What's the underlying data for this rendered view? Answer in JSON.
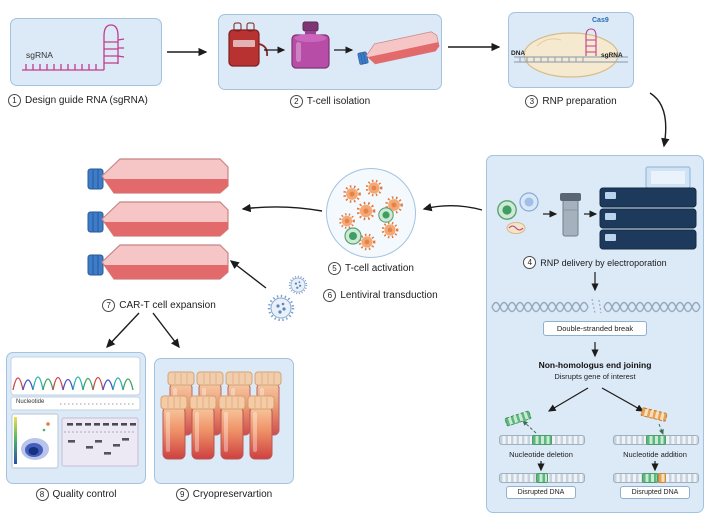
{
  "steps": {
    "s1": {
      "num": "1",
      "label": "Design guide RNA (sgRNA)"
    },
    "s2": {
      "num": "2",
      "label": "T-cell isolation"
    },
    "s3": {
      "num": "3",
      "label": "RNP preparation"
    },
    "s4": {
      "num": "4",
      "label": "RNP delivery by electroporation"
    },
    "s5": {
      "num": "5",
      "label": "T-cell activation"
    },
    "s6": {
      "num": "6",
      "label": "Lentiviral transduction"
    },
    "s7": {
      "num": "7",
      "label": "CAR-T cell expansion"
    },
    "s8": {
      "num": "8",
      "label": "Quality control"
    },
    "s9": {
      "num": "9",
      "label": "Cryopreservartion"
    }
  },
  "box1": {
    "sgrna_label": "sgRNA"
  },
  "rnp": {
    "cas9": "Cas9",
    "dna": "DNA",
    "sgrna": "sgRNA"
  },
  "panel4": {
    "dsb": "Double-stranded break",
    "nhej_title": "Non-homologus end joining",
    "nhej_sub": "Disrupts gene of interest",
    "deletion": "Nucleotide deletion",
    "addition": "Nucleotide addition",
    "disrupted_left": "Disrupted DNA",
    "disrupted_right": "Disrupted DNA"
  },
  "qc": {
    "axis": "Nucleotide"
  },
  "colors": {
    "box_fill": "#dce9f6",
    "box_border": "#a3c3e0",
    "magenta": "#c13d8f",
    "cas9_blue": "#2a6db5",
    "flask_red": "#e26a6a",
    "device_navy": "#1d3a5c"
  }
}
